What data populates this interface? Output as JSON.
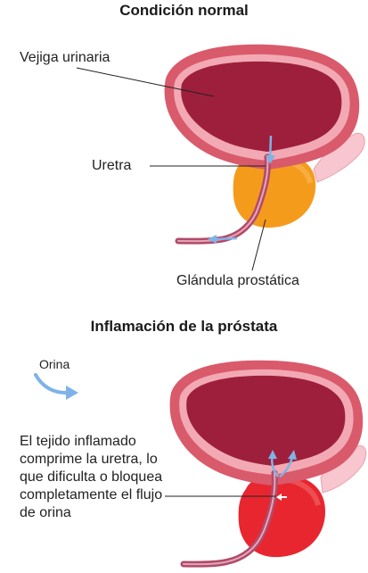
{
  "titles": {
    "normal": "Condición normal",
    "inflamed": "Inflamación de la próstata"
  },
  "labels": {
    "bladder": "Vejiga urinaria",
    "urethra": "Uretra",
    "prostate": "Glándula prostática",
    "urine": "Orina",
    "note": "El tejido inflamado comprime la uretra, lo que dificulta o bloquea completamente el flujo de orina"
  },
  "colors": {
    "bladder_outer": "#d95a6b",
    "bladder_wall": "#f2a9b4",
    "bladder_inner": "#9e1f3c",
    "prostate_normal": "#f59b1c",
    "prostate_inflamed": "#e8262f",
    "urethra": "#b14a6a",
    "arrow": "#7eb3e8",
    "seminal": "#f7c6cf"
  }
}
